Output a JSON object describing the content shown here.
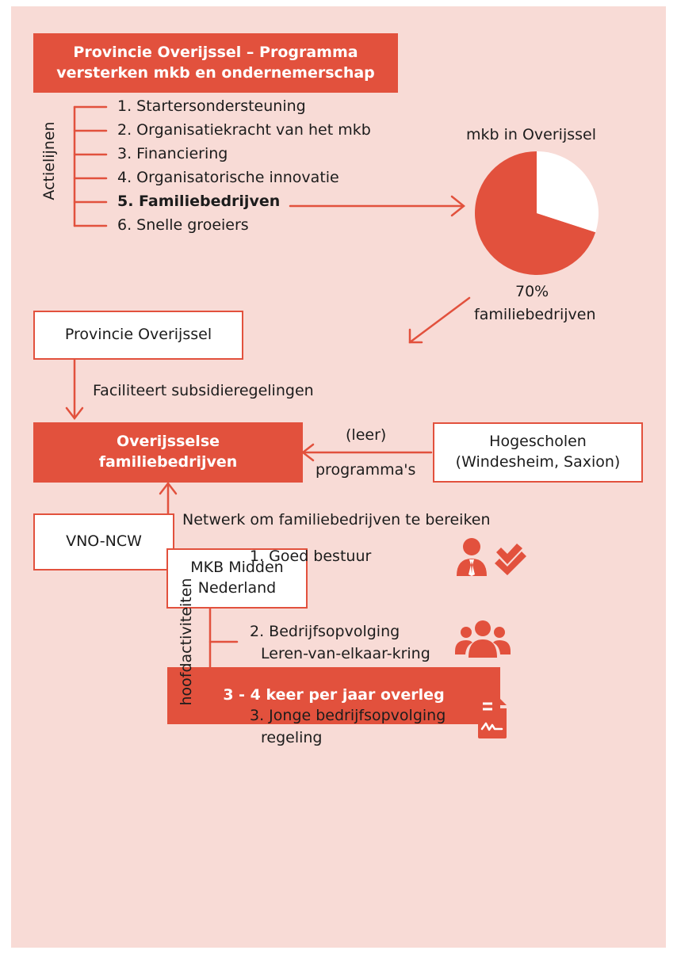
{
  "program_title": "Provincie Overijssel – Programma versterken mkb en ondernemerschap",
  "actielijnen": {
    "label": "Actielijnen",
    "items": [
      "1. Startersondersteuning",
      "2. Organisatiekracht van het mkb",
      "3. Financiering",
      "4. Organisatorische innovatie",
      "5. Familiebedrijven",
      "6. Snelle groeiers"
    ]
  },
  "chart_data": {
    "type": "pie",
    "title": "mkb in Overijssel",
    "slices": [
      {
        "label": "familiebedrijven",
        "value": 70,
        "color": "#e2513d"
      },
      {
        "label": "",
        "value": 30,
        "color": "#ffffff"
      }
    ],
    "annotation_value": "70%",
    "annotation_label": "familiebedrijven"
  },
  "nodes": {
    "provincie": "Provincie Overijssel",
    "familiebedrijven": "Overijsselse familiebedrijven",
    "hogescholen": "Hogescholen (Windesheim, Saxion)",
    "vno": "VNO-NCW",
    "mkb": "MKB Midden Nederland"
  },
  "edges": {
    "faciliteert": "Faciliteert subsidieregelingen",
    "programmas_line1": "(leer)",
    "programmas_line2": "programma's",
    "netwerk": "Netwerk om familiebedrijven te bereiken"
  },
  "overleg": "3 - 4 keer per jaar overleg",
  "hoofdactiviteiten": {
    "label": "hoofdactiviteiten",
    "items": [
      {
        "line1": "1. Goed bestuur",
        "line2": "",
        "icon": "person-check-icon"
      },
      {
        "line1": "2. Bedrijfsopvolging",
        "line2": "Leren-van-elkaar-kring",
        "icon": "group-icon"
      },
      {
        "line1": "3. Jonge bedrijfsopvolging",
        "line2": "regeling",
        "icon": "document-signature-icon"
      }
    ]
  },
  "colors": {
    "accent": "#e2513d",
    "background": "#f8dbd6"
  }
}
